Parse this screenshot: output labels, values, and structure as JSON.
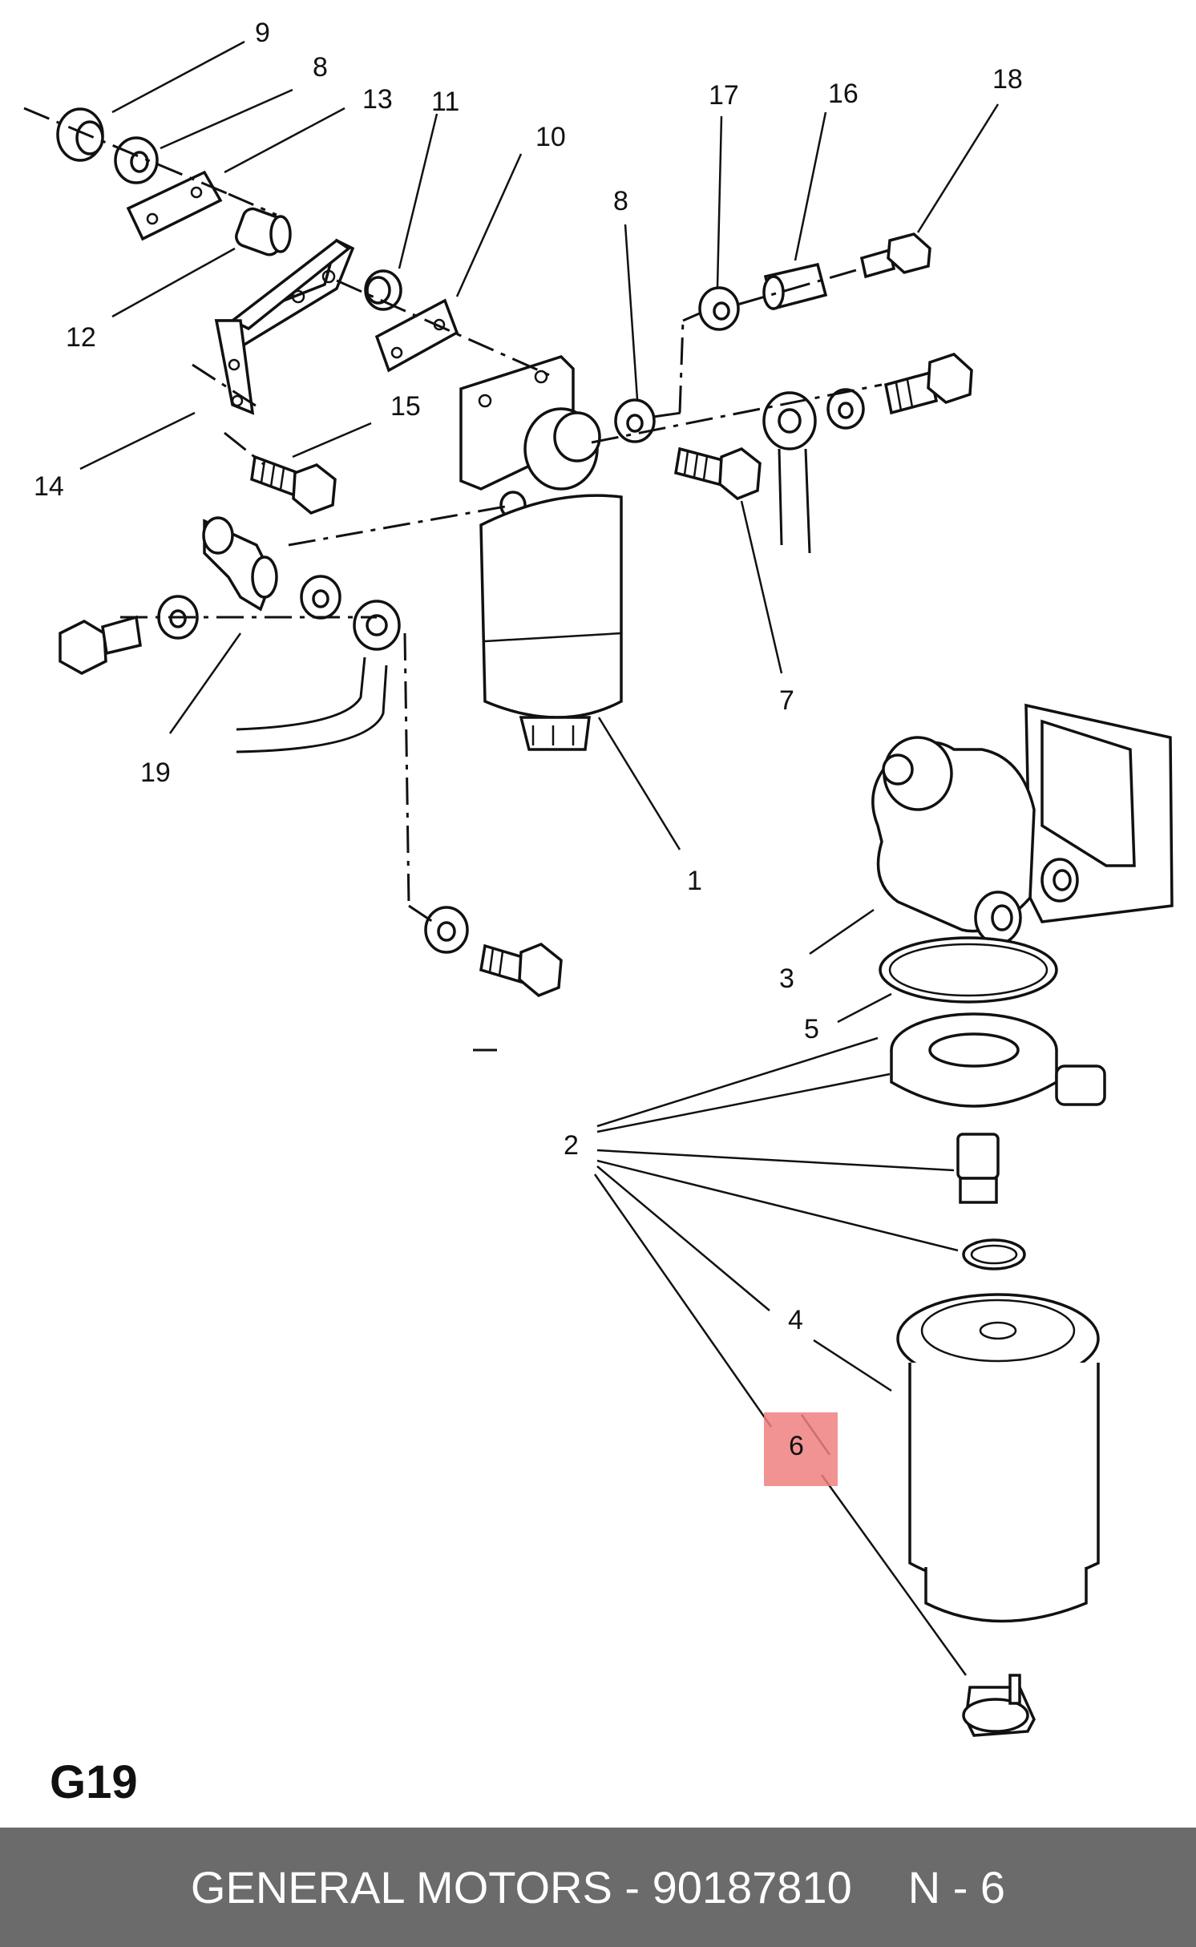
{
  "diagram": {
    "callouts": [
      "9",
      "8",
      "13",
      "11",
      "10",
      "8",
      "17",
      "16",
      "18",
      "12",
      "15",
      "14",
      "19",
      "7",
      "1",
      "3",
      "5",
      "2",
      "4",
      "6"
    ],
    "highlighted_callout": "6",
    "highlight_color": "#f08080",
    "diagram_code": "G19"
  },
  "footer": {
    "brand_part": "GENERAL MOTORS - 90187810",
    "callout_ref": "N - 6"
  }
}
